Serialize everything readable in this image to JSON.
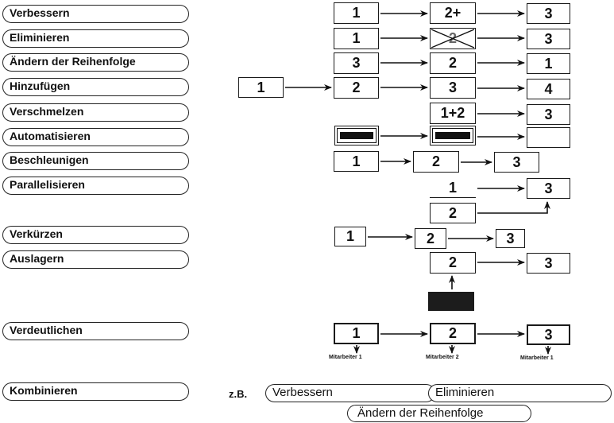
{
  "methods": [
    {
      "label": "Verbessern"
    },
    {
      "label": "Eliminieren"
    },
    {
      "label": "Ändern der Reihenfolge"
    },
    {
      "label": "Hinzufügen"
    },
    {
      "label": "Verschmelzen"
    },
    {
      "label": "Automatisieren"
    },
    {
      "label": "Beschleunigen"
    },
    {
      "label": "Parallelisieren"
    },
    {
      "label": "Verkürzen"
    },
    {
      "label": "Auslagern"
    },
    {
      "label": "Verdeutlichen"
    },
    {
      "label": "Kombinieren"
    }
  ],
  "steps": {
    "verbessern": [
      "1",
      "2+",
      "3"
    ],
    "eliminieren": [
      "1",
      "2",
      "3"
    ],
    "reihenfolge": [
      "3",
      "2",
      "1"
    ],
    "hinzufuegen": [
      "1",
      "2",
      "3",
      "4"
    ],
    "verschmelzen": [
      "1+2",
      "3"
    ],
    "beschleunigen": [
      "1",
      "2",
      "3"
    ],
    "parallelisieren": [
      "1",
      "3",
      "2"
    ],
    "verkuerzen": [
      "1",
      "2",
      "3"
    ],
    "auslagern": [
      "2",
      "3"
    ],
    "verdeutlichen": [
      "1",
      "2",
      "3"
    ]
  },
  "mitarbeiter": [
    "Mitarbeiter 1",
    "Mitarbeiter 2",
    "Mitarbeiter 1"
  ],
  "example": {
    "prefix": "z.B.",
    "items": [
      "Verbessern",
      "Eliminieren",
      "Ändern der Reihenfolge"
    ]
  }
}
